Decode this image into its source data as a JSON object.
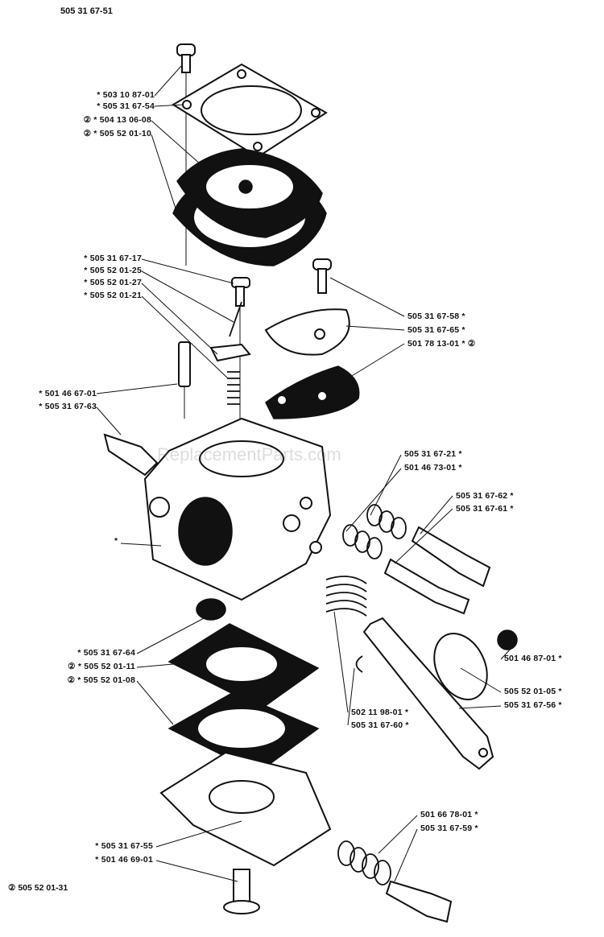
{
  "title": "505 31 67-51",
  "watermark": "ReplacementParts.com",
  "footnote": "② 505 52 01-31",
  "labels": [
    "* 503 10 87-01",
    "* 505 31 67-54",
    "② * 504 13 06-08",
    "② * 505 52 01-10",
    "* 505 31 67-17",
    "* 505 52 01-25",
    "* 505 52 01-27",
    "* 505 52 01-21",
    "505 31 67-58 *",
    "505 31 67-65 *",
    "501 78 13-01 * ②",
    "* 501 46 67-01",
    "* 505 31 67-63",
    "505 31 67-21 *",
    "501 46 73-01 *",
    "505 31 67-62 *",
    "505 31 67-61 *",
    "*",
    "* 505 31 67-64",
    "② * 505 52 01-11",
    "② * 505 52 01-08",
    "501 46 87-01 *",
    "505 52 01-05 *",
    "505 31 67-56 *",
    "502 11 98-01 *",
    "505 31 67-60 *",
    "501 66 78-01 *",
    "505 31 67-59 *",
    "* 505 31 67-55",
    "* 501 46 69-01"
  ]
}
